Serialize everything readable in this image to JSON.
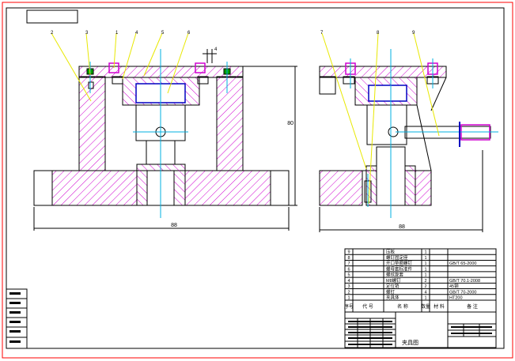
{
  "drawing": {
    "title_box": "",
    "dims": {
      "front_width": "88",
      "front_height": "80",
      "side_width": "88",
      "slot_width": "4"
    },
    "balloons_front": [
      "2",
      "3",
      "1",
      "4",
      "5",
      "6"
    ],
    "balloons_side": [
      "7",
      "8",
      "9"
    ]
  },
  "bom": {
    "header": {
      "index": "序号",
      "code": "代 号",
      "name": "名 称",
      "qty": "数量",
      "material": "材 料",
      "note": "备 注"
    },
    "rows": [
      {
        "index": "9",
        "name": "压板",
        "qty": "1",
        "note": ""
      },
      {
        "index": "8",
        "name": "螺钉固定座",
        "qty": "1",
        "note": ""
      },
      {
        "index": "7",
        "name": "开口垫圈螺钉",
        "qty": "1",
        "note": "GB/T 65-2000"
      },
      {
        "index": "6",
        "name": "螺母套标准件",
        "qty": "1",
        "note": ""
      },
      {
        "index": "5",
        "name": "螺纹旋套",
        "qty": "1",
        "note": ""
      },
      {
        "index": "4",
        "name": "M8螺钉",
        "qty": "2",
        "note": "GB/T 70.1-2008"
      },
      {
        "index": "3",
        "name": "定位销",
        "qty": "2",
        "note": "45钢"
      },
      {
        "index": "2",
        "name": "螺钉",
        "qty": "4",
        "note": "GB/T 70-2000"
      },
      {
        "index": "1",
        "name": "夹具体",
        "qty": "1",
        "note": "HT200"
      }
    ],
    "title_label": "夹具图"
  },
  "colors": {
    "border": "#ff0000",
    "outline": "#000000",
    "hatch": "#d000d0",
    "centerline": "#00b0e0",
    "leader": "#e8e800",
    "part_green": "#00a000"
  }
}
